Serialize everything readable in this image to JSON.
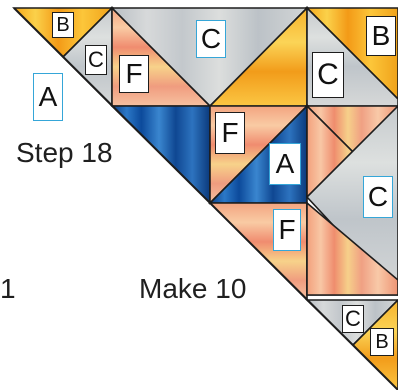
{
  "labels": {
    "b_top": "B",
    "c_top": "C",
    "f_top": "F",
    "c_big_top": "C",
    "b_right_top": "B",
    "a_loose": "A",
    "c_right_mid": "C",
    "f_mid": "F",
    "a_blue": "A",
    "c_right_low": "C",
    "f_low": "F",
    "c_bottom": "C",
    "b_bottom": "B"
  },
  "captions": {
    "step": "Step 18",
    "make": "Make 10",
    "edge_fragment": "1"
  },
  "colors": {
    "stroke": "#1d1d1d",
    "fabric_yellow": "#f6b624",
    "fabric_gray": "#c9cdd1",
    "fabric_peach": "#f1a98a",
    "fabric_blue": "#1f63b5",
    "label_blue_border": "#35a6d8"
  }
}
